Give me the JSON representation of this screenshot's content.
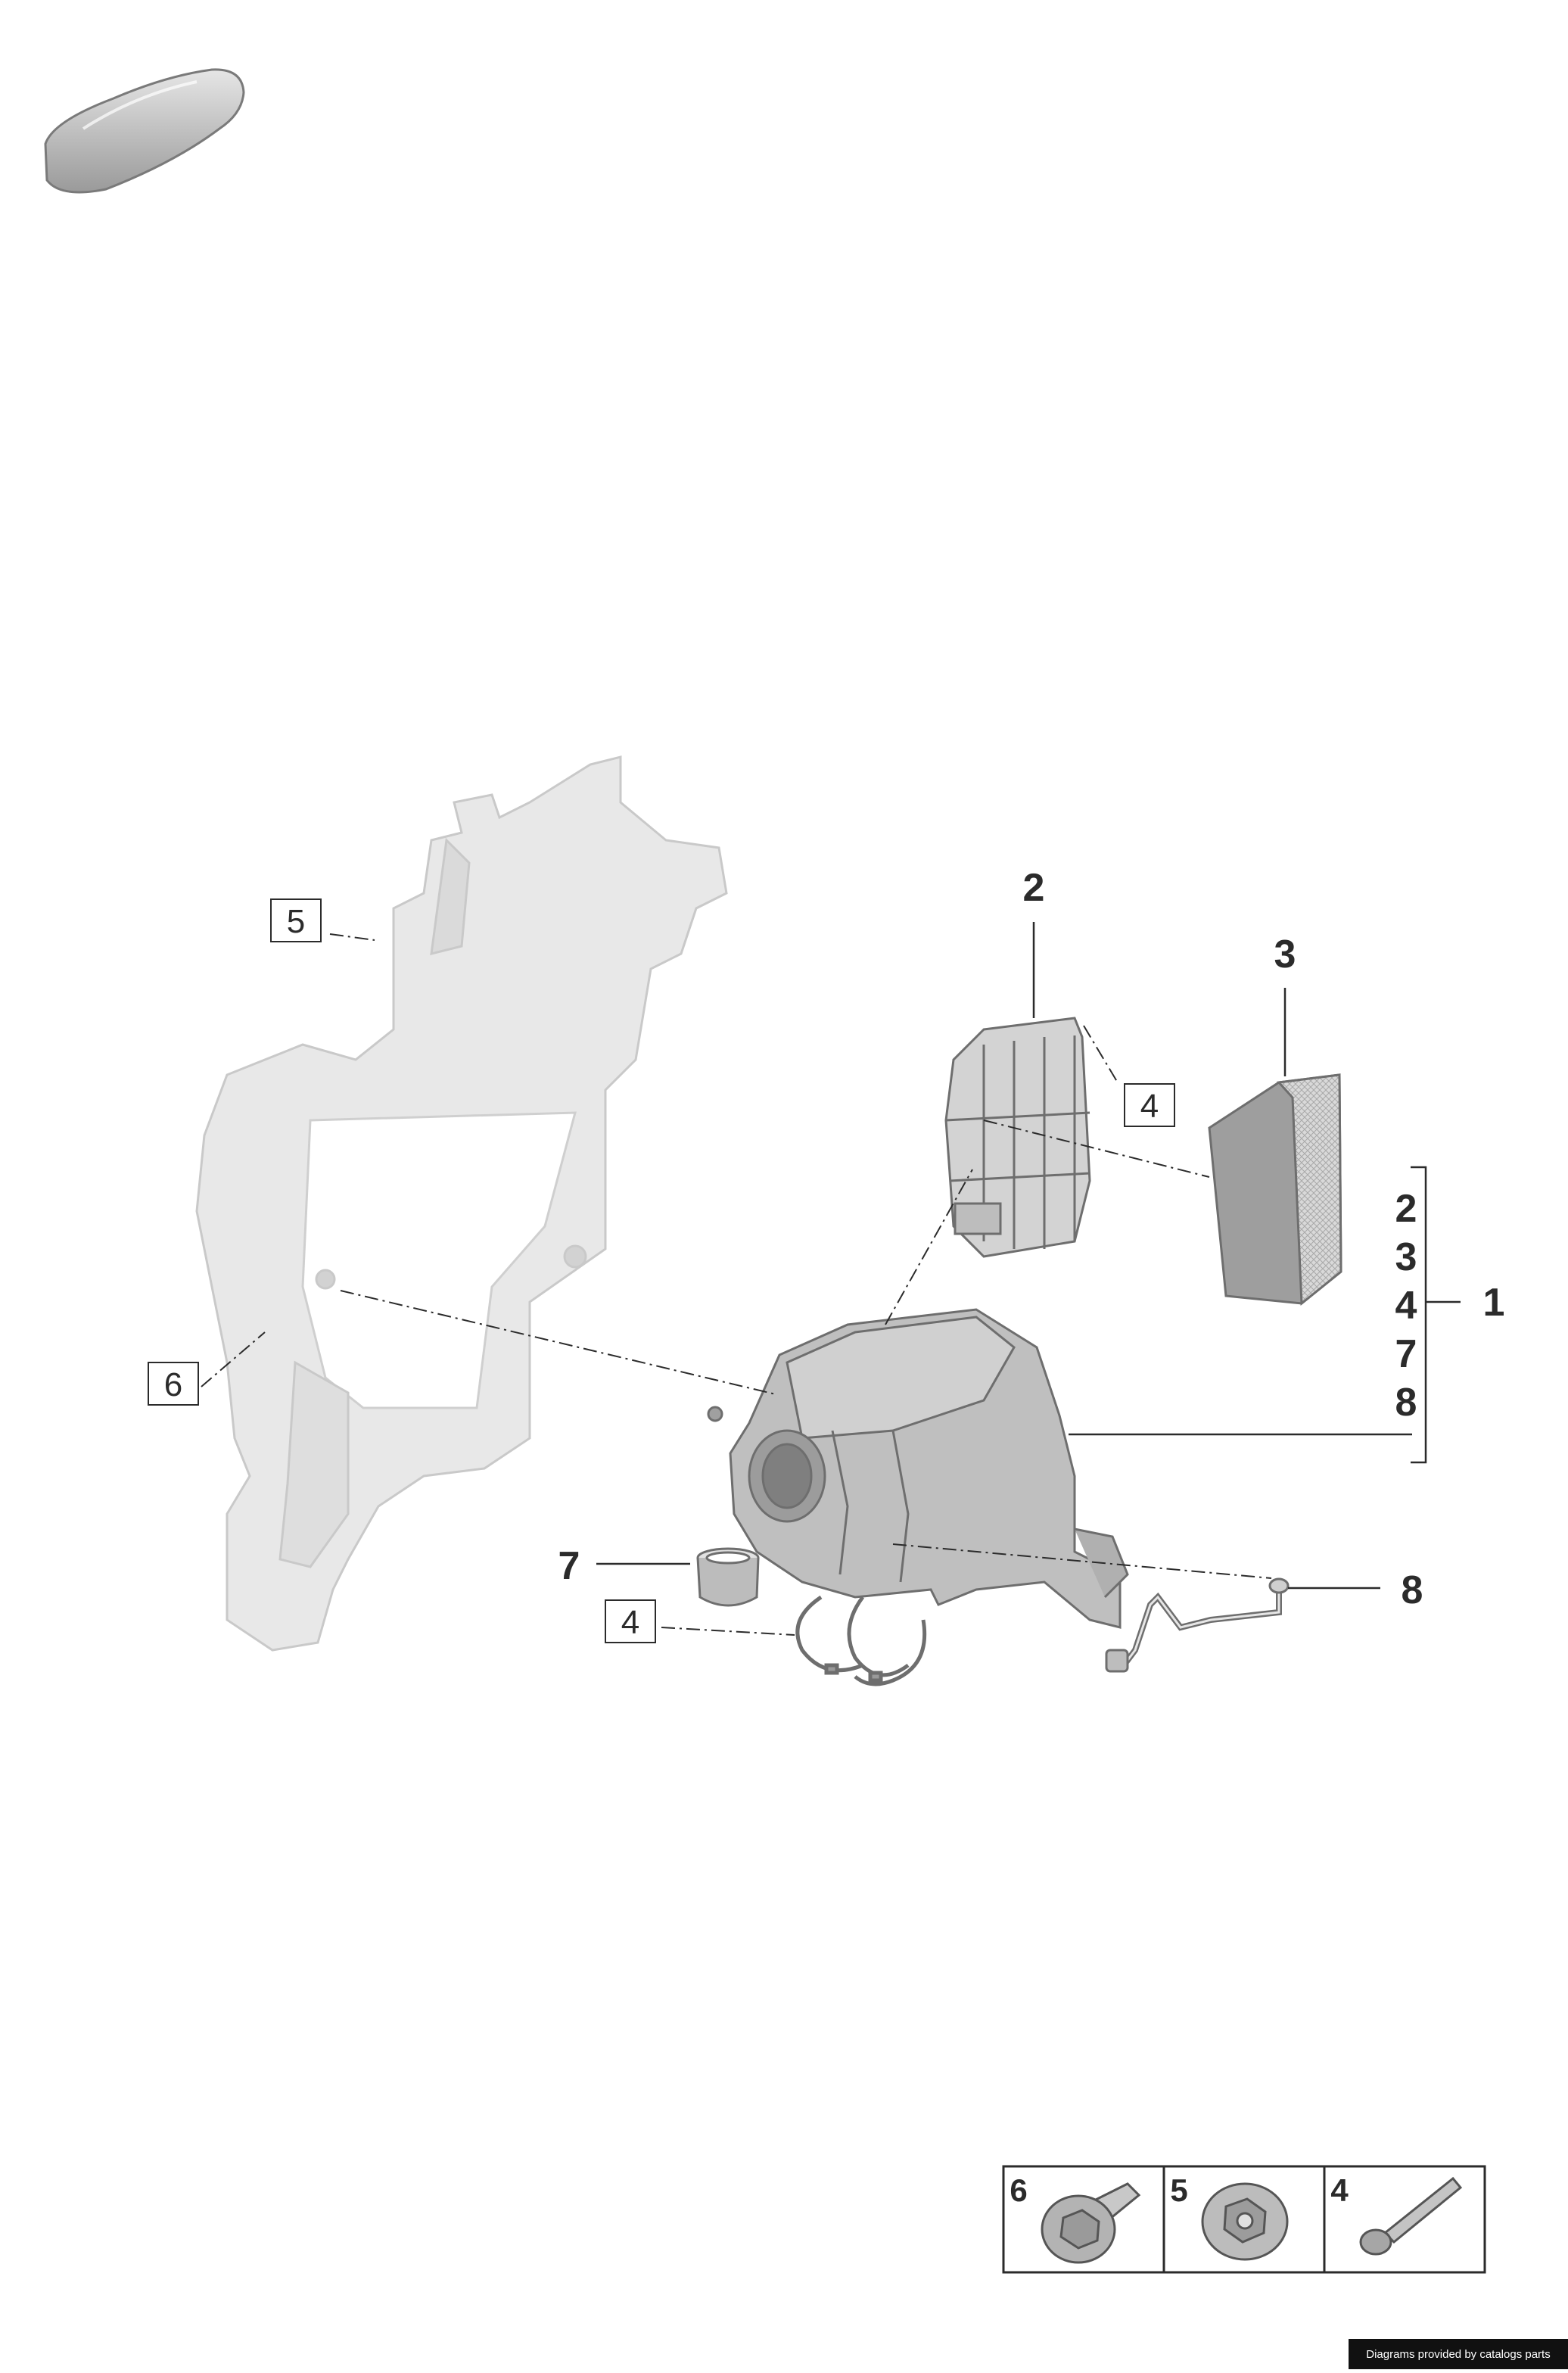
{
  "callouts": {
    "part_2": "2",
    "part_3": "3",
    "part_1": "1",
    "part_7": "7",
    "part_8": "8",
    "box_5": "5",
    "box_6": "6",
    "box_4_upper": "4",
    "box_4_lower": "4"
  },
  "group_list": [
    "2",
    "3",
    "4",
    "7",
    "8"
  ],
  "fasteners": [
    {
      "number": "6",
      "icon": "flange-bolt-icon"
    },
    {
      "number": "5",
      "icon": "flange-nut-icon"
    },
    {
      "number": "4",
      "icon": "screw-icon"
    }
  ],
  "credit": "Diagrams provided by catalogs parts",
  "colors": {
    "line": "#2b2b2b",
    "frame": "#e7e7e7",
    "part": "#bdbdbd"
  }
}
